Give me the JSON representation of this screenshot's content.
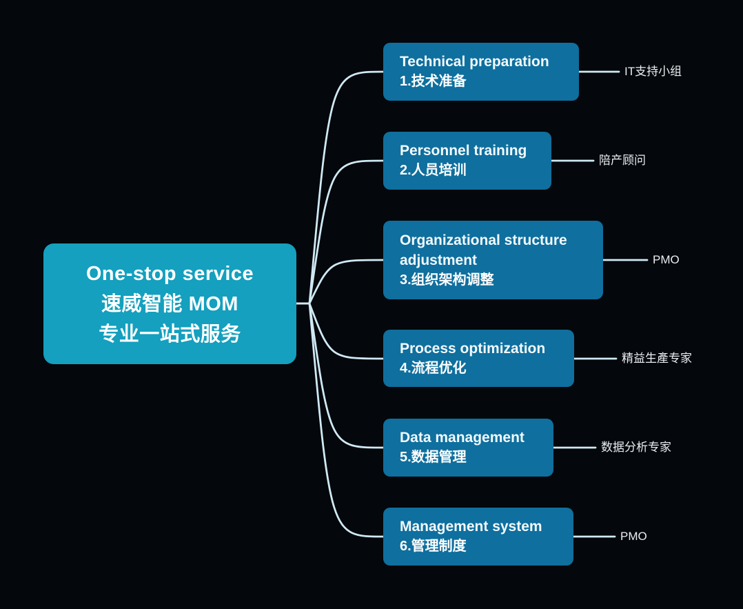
{
  "root": {
    "lines": [
      "One-stop service",
      "速威智能 MOM",
      "专业一站式服务"
    ]
  },
  "branches": [
    {
      "en": "Technical preparation",
      "zh": "1.技术准备",
      "leaf": "IT支持小组"
    },
    {
      "en": "Personnel training",
      "zh": "2.人员培训",
      "leaf": "陪产顾问"
    },
    {
      "en": "Organizational structure adjustment",
      "zh": "3.组织架构调整",
      "leaf": "PMO"
    },
    {
      "en": "Process optimization",
      "zh": "4.流程优化",
      "leaf": "精益生產专家"
    },
    {
      "en": "Data management",
      "zh": "5.数据管理",
      "leaf": "数据分析专家"
    },
    {
      "en": "Management system",
      "zh": "6.管理制度",
      "leaf": "PMO"
    }
  ],
  "colors": {
    "background": "#04070b",
    "root_node": "#14a0be",
    "branch_node": "#0f6f9e",
    "connector": "#cfe9f4",
    "text": "#ffffff",
    "leaf_text": "#e9eef2"
  }
}
